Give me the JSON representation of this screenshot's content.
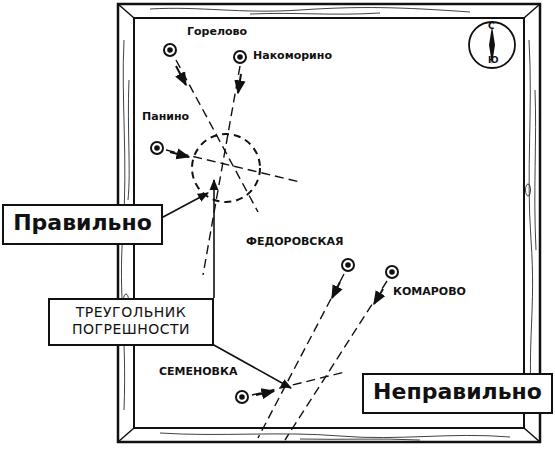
{
  "diagram": {
    "nodes": [
      {
        "text": [
          "Правильно"
        ]
      },
      {
        "text": [
          "ТРЕУГОЛЬНИК ПОГРЕШНОСТИ"
        ]
      },
      {
        "text": [
          "Неправильно"
        ]
      }
    ],
    "labels": [
      "Горелово",
      "Накоморино",
      "Панино",
      "ФЕДОРОВСКАЯ",
      "КОМАРОВО",
      "СЕМЕНОВКА",
      "С",
      "Ю"
    ]
  }
}
